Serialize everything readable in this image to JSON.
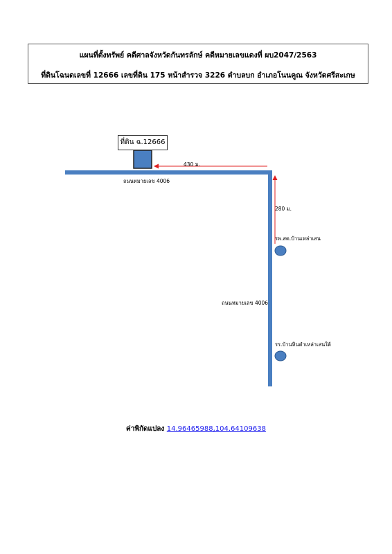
{
  "header": {
    "line1": "แผนที่ตั้งทรัพย์ คดีศาลจังหวัดกันทรลักษ์ คดีหมายเลขแดงที่ ผบ2047/2563",
    "line2": "ที่ดินโฉนดเลขที่ 12666 เลขที่ดิน 175 หน้าสำรวจ 3226 ตำบลบก อำเภอโนนคูณ จังหวัดศรีสะเกษ"
  },
  "map": {
    "plot_label": "ที่ดิน ฉ.12666",
    "distance_horizontal": "430 ม.",
    "distance_vertical": "280 ม.",
    "road_label_horizontal": "ถนนหมายเลข 4006",
    "road_label_vertical": "ถนนหมายเลข 4006",
    "landmark_hospital": "รพ.สต.บ้านเหล่าเสน",
    "landmark_school": "รร.บ้านหินดำเหล่าเสนใต้",
    "colors": {
      "road": "#4a7fc1",
      "plot": "#4a7fc1",
      "arrow": "#e02020",
      "landmark": "#4a7fc1"
    }
  },
  "footer": {
    "coord_label": "ค่าพิกัดแปลง",
    "coord_value": "14.96465988,104.64109638"
  }
}
